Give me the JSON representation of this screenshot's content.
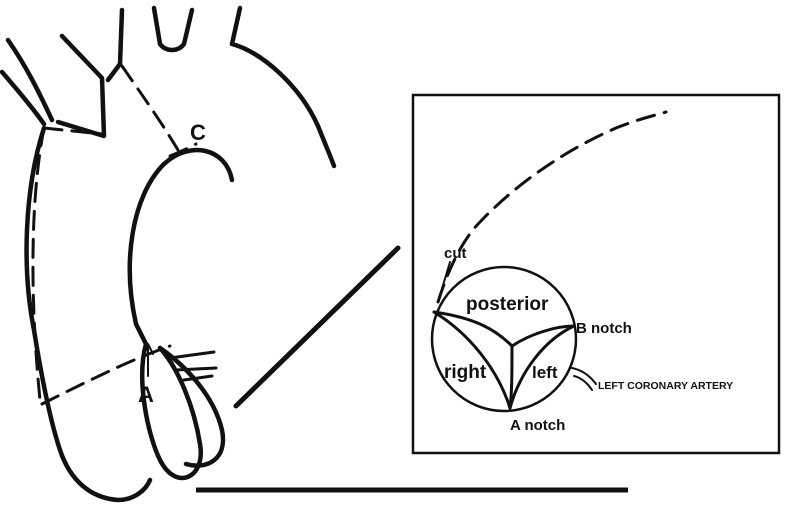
{
  "labels": {
    "a": "A",
    "c": "C",
    "cut": "cut",
    "posterior": "posterior",
    "right": "right",
    "left": "left",
    "b_notch": "B notch",
    "a_notch": "A notch",
    "left_coronary_artery": "LEFT CORONARY ARTERY"
  }
}
